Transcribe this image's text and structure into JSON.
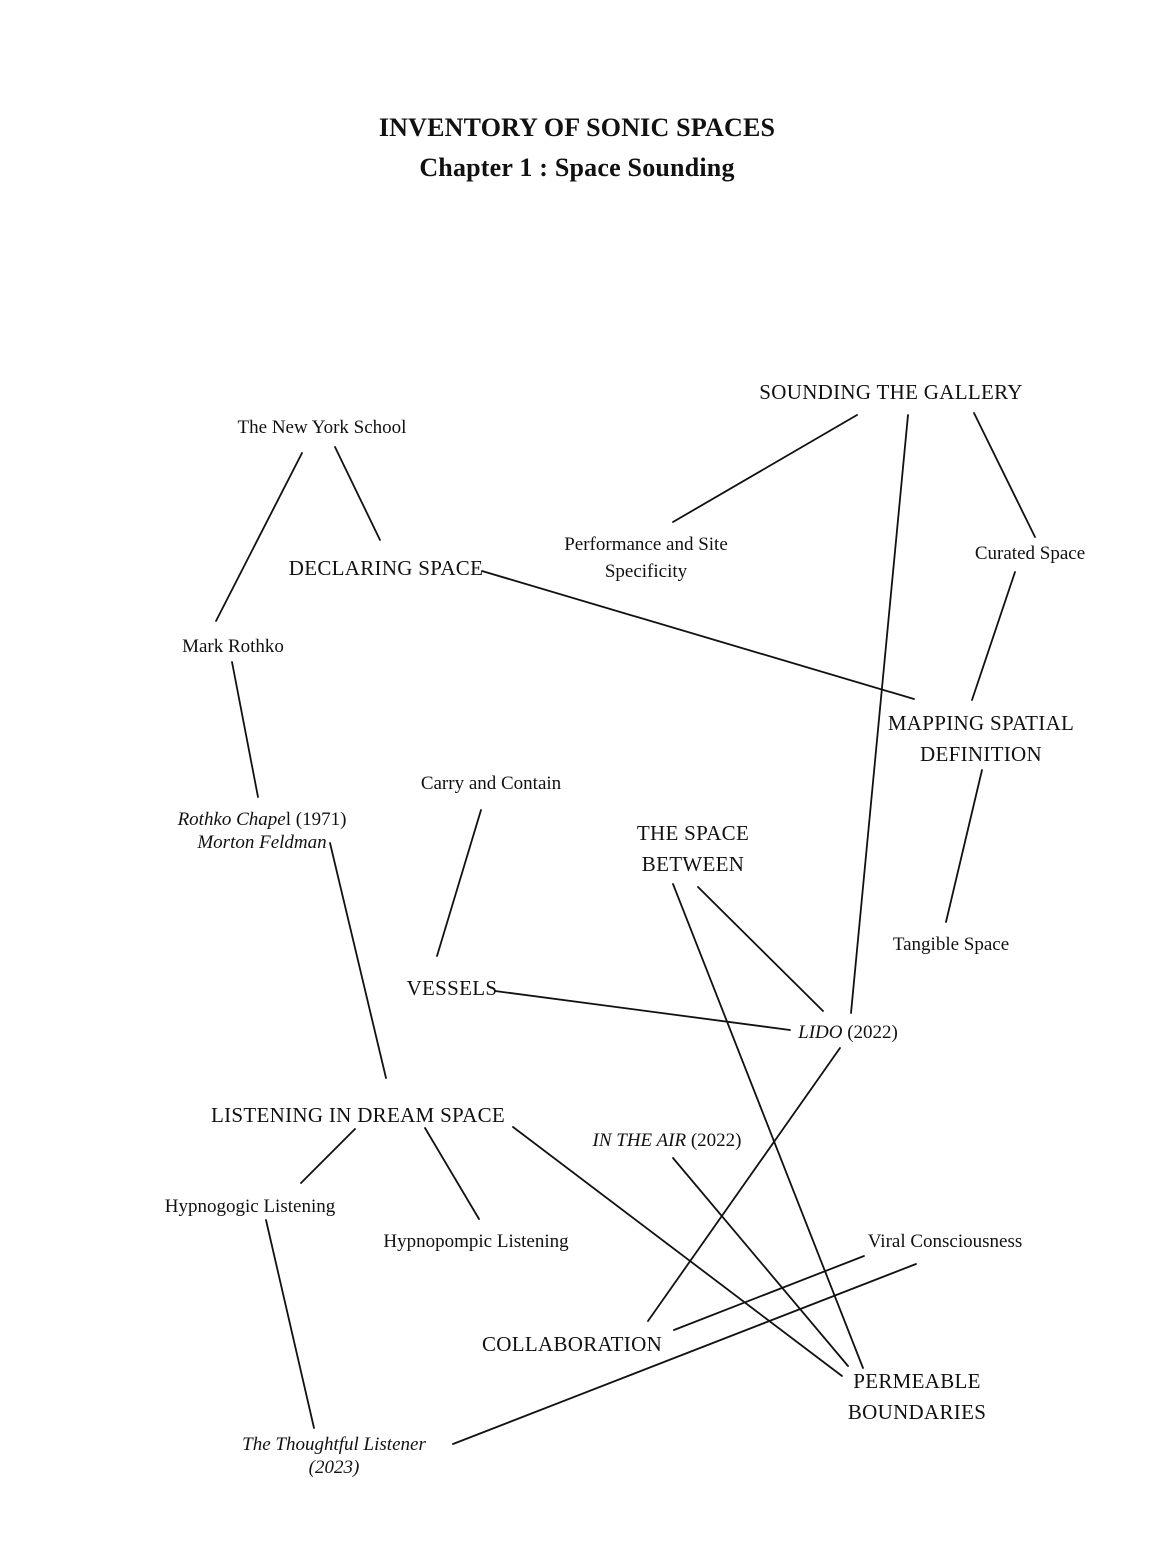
{
  "title": "INVENTORY OF SONIC SPACES",
  "subtitle": "Chapter 1 : Space Sounding",
  "nodes": {
    "new_york_school": "The New York School",
    "declaring_space": "DECLARING SPACE",
    "mark_rothko": "Mark Rothko",
    "rothko_chapel": {
      "title": "Rothko Chape",
      "rest": "l (1971)",
      "author": "Morton Feldman"
    },
    "carry_contain": "Carry and Contain",
    "vessels": "VESSELS",
    "listening_dream": "LISTENING IN DREAM SPACE",
    "hypnogogic": "Hypnogogic Listening",
    "hypnopompic": "Hypnopompic Listening",
    "thoughtful_listener": {
      "title": "The Thoughtful Listener",
      "year": "(2023)"
    },
    "collaboration": "COLLABORATION",
    "sounding_gallery": "SOUNDING THE GALLERY",
    "performance_site": {
      "line1": "Performance and Site",
      "line2": "Specificity"
    },
    "curated_space": "Curated Space",
    "mapping_spatial": {
      "line1": "MAPPING SPATIAL",
      "line2": "DEFINITION"
    },
    "space_between": {
      "line1": "THE SPACE",
      "line2": "BETWEEN"
    },
    "tangible_space": "Tangible Space",
    "lido": {
      "title": "LIDO",
      "year": "(2022)"
    },
    "in_the_air": {
      "title": "IN THE AIR",
      "year": "(2022)"
    },
    "viral_consciousness": "Viral Consciousness",
    "permeable_boundaries": {
      "line1": "PERMEABLE",
      "line2": "BOUNDARIES"
    }
  }
}
